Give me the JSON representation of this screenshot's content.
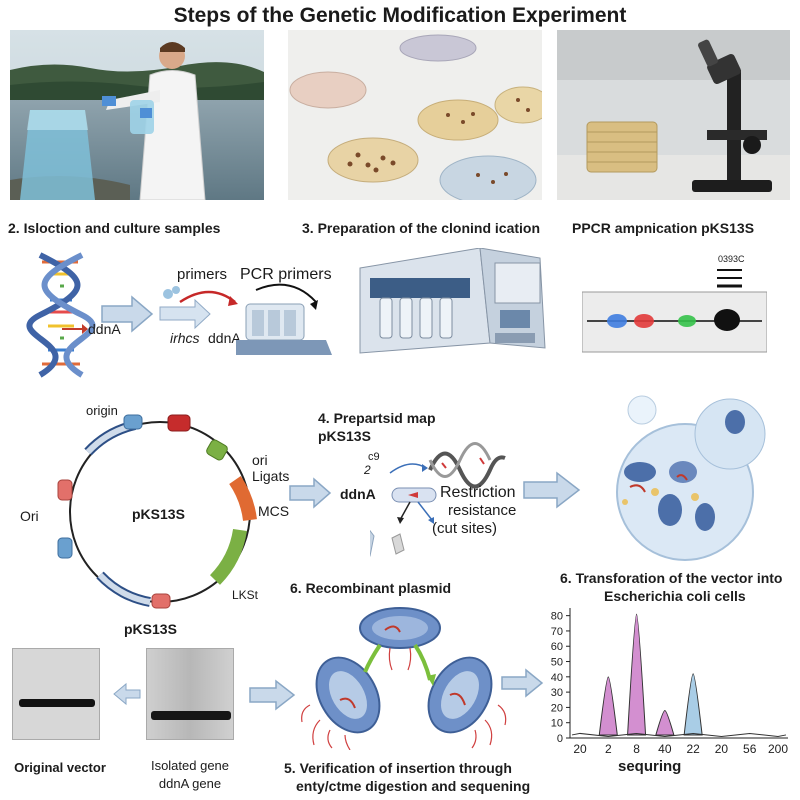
{
  "title": "Steps of the Genetic Modification Experiment",
  "captions": {
    "step2": "2. Isloction and culture samples",
    "step3": "3. Preparation of the clonind ication",
    "step_pcr": "PPCR ampnication pKS13S",
    "step4": "4. Prepartsid map",
    "step4_sub": "pKS13S",
    "step6a": "6. Recombinant plasmid",
    "step6b_line1": "6. Transforation of the vector into",
    "step6b_line2": "Escherichia coli cells",
    "step5_line1": "5. Verification of insertion through",
    "step5_line2": "enty/ctme digestion and sequening"
  },
  "pcr_row": {
    "ddna_label": "ddnA",
    "primers_label": "primers",
    "pcr_primers_label": "PCR primers",
    "irhes_label": "irhcs",
    "ddna_label2": "ddnA",
    "gel_marker": "0393C"
  },
  "plasmid": {
    "center_label": "pKS13S",
    "bottom_label": "pKS13S",
    "origin_label": "origin",
    "ori_left": "Ori",
    "ori_right": "ori",
    "ligats": "Ligats",
    "mcs": "MCS",
    "lkst": "LKSt"
  },
  "restriction": {
    "ddna": "ddnA",
    "c9": "c9",
    "two": "2",
    "restriction": "Restriction",
    "resistance": "resistance",
    "cut_sites": "(cut sites)"
  },
  "bottom_labels": {
    "original_vector": "Original vector",
    "isolated_line1": "Isolated gene",
    "isolated_line2": "ddnA gene"
  },
  "chart_data": {
    "type": "line",
    "title": "",
    "xlabel": "sequring",
    "ylabel": "",
    "x_tick_labels": [
      "20",
      "2",
      "8",
      "40",
      "22",
      "20",
      "56",
      "200"
    ],
    "y_ticks": [
      0,
      10,
      20,
      30,
      40,
      50,
      60,
      70,
      80
    ],
    "ylim": [
      0,
      85
    ],
    "peaks": [
      {
        "position": "2",
        "value": 40,
        "color": "#d38fd0"
      },
      {
        "position": "8",
        "value": 81,
        "color": "#d38fd0"
      },
      {
        "position": "40",
        "value": 18,
        "color": "#d38fd0"
      },
      {
        "position": "22",
        "value": 42,
        "color": "#a9cde6"
      }
    ]
  }
}
